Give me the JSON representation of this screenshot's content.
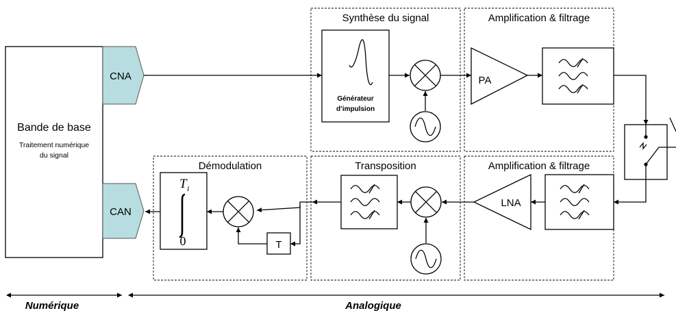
{
  "baseband": {
    "title": "Bande de base",
    "subtitle_line1": "Traitement numérique",
    "subtitle_line2": "du signal",
    "dac": "CNA",
    "adc": "CAN"
  },
  "sections": {
    "synthesis": "Synthèse du signal",
    "amp_tx": "Amplification & filtrage",
    "demod": "Démodulation",
    "transposition": "Transposition",
    "amp_rx": "Amplification & filtrage"
  },
  "blocks": {
    "generator_line1": "Générateur",
    "generator_line2": "d’impulsion",
    "pa": "PA",
    "lna": "LNA",
    "delay": "T",
    "integral_upper": "T",
    "integral_upper_sub": "i",
    "integral_lower": "0"
  },
  "domains": {
    "digital": "Numérique",
    "analog": "Analogique"
  }
}
